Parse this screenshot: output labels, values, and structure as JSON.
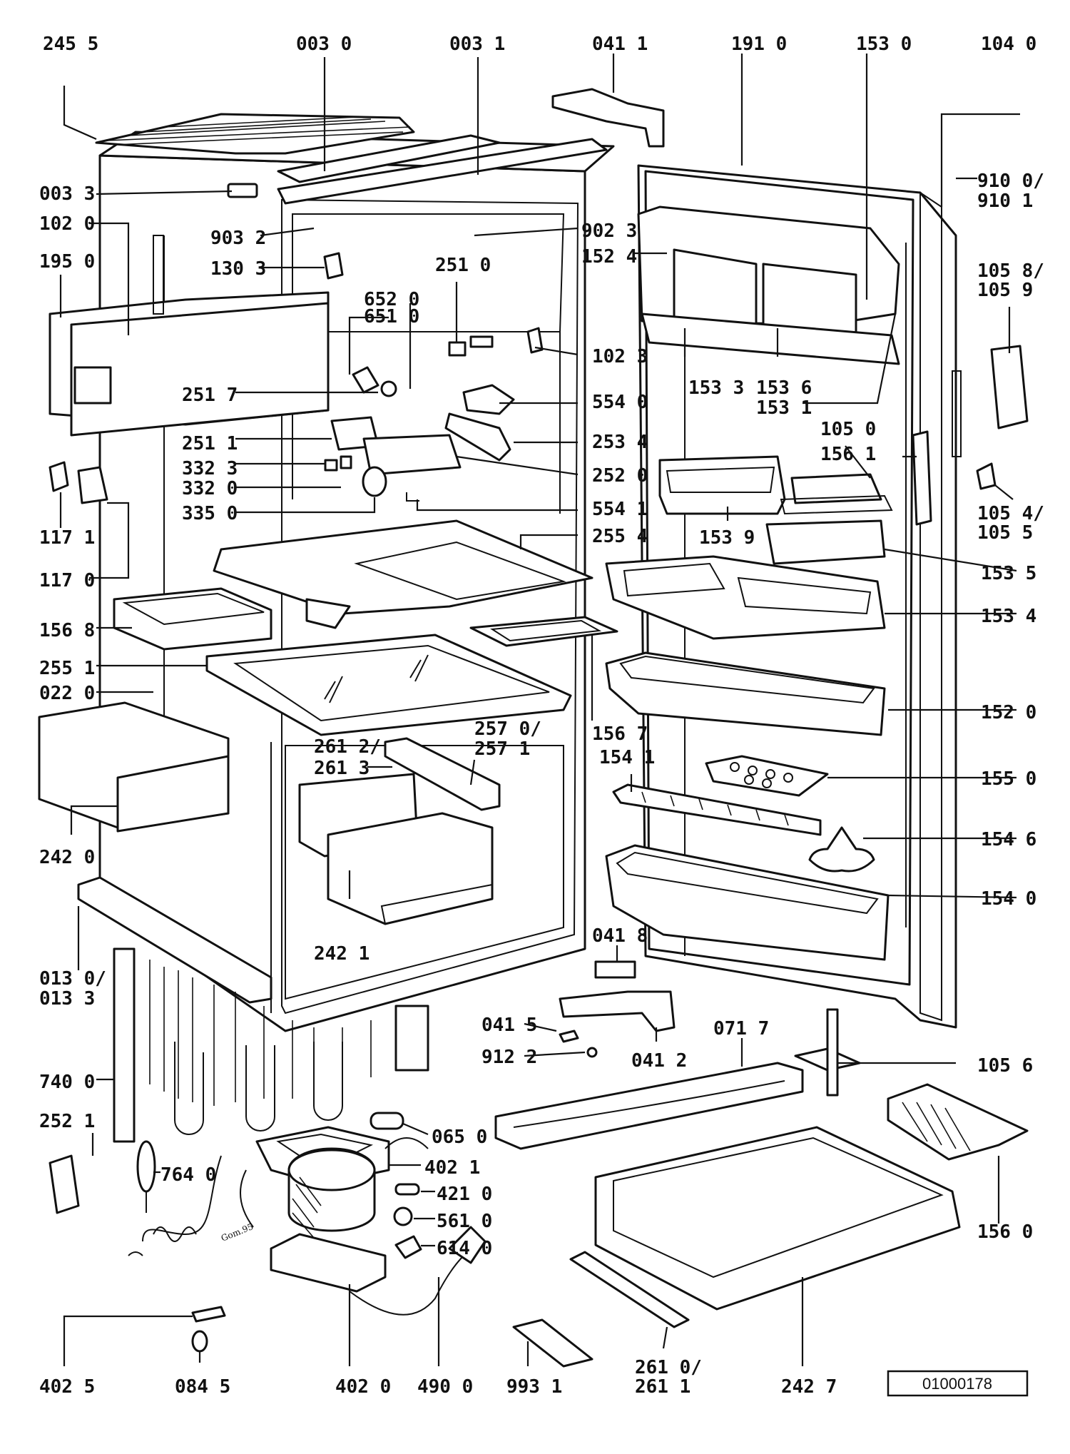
{
  "reference_number": "01000178",
  "signature": "Gom.95",
  "callouts": [
    {
      "id": "c2455",
      "label": "245 5"
    },
    {
      "id": "c0030",
      "label": "003 0"
    },
    {
      "id": "c0031",
      "label": "003 1"
    },
    {
      "id": "c0411",
      "label": "041 1"
    },
    {
      "id": "c1910",
      "label": "191 0"
    },
    {
      "id": "c1530",
      "label": "153 0"
    },
    {
      "id": "c1040",
      "label": "104 0"
    },
    {
      "id": "c9100",
      "label": "910 0/"
    },
    {
      "id": "c9101",
      "label": "910 1"
    },
    {
      "id": "c0033",
      "label": "003 3"
    },
    {
      "id": "c1020",
      "label": "102 0"
    },
    {
      "id": "c9032",
      "label": "903 2"
    },
    {
      "id": "c9023",
      "label": "902 3"
    },
    {
      "id": "c1524",
      "label": "152 4"
    },
    {
      "id": "c1950",
      "label": "195 0"
    },
    {
      "id": "c1303",
      "label": "130 3"
    },
    {
      "id": "c2510",
      "label": "251 0"
    },
    {
      "id": "c1058",
      "label": "105 8/"
    },
    {
      "id": "c1059",
      "label": "105 9"
    },
    {
      "id": "c6520",
      "label": "652 0"
    },
    {
      "id": "c6510",
      "label": "651 0"
    },
    {
      "id": "c1023",
      "label": "102 3"
    },
    {
      "id": "c1533",
      "label": "153 3"
    },
    {
      "id": "c1536",
      "label": "153 6"
    },
    {
      "id": "c1531",
      "label": "153 1"
    },
    {
      "id": "c2517",
      "label": "251 7"
    },
    {
      "id": "c5540",
      "label": "554 0"
    },
    {
      "id": "c2511",
      "label": "251 1"
    },
    {
      "id": "c2534",
      "label": "253 4"
    },
    {
      "id": "c1050",
      "label": "105 0"
    },
    {
      "id": "c1561",
      "label": "156 1"
    },
    {
      "id": "c3323",
      "label": "332 3"
    },
    {
      "id": "c2520",
      "label": "252 0"
    },
    {
      "id": "c3320",
      "label": "332 0"
    },
    {
      "id": "c1054",
      "label": "105 4/"
    },
    {
      "id": "c1055",
      "label": "105 5"
    },
    {
      "id": "c3350",
      "label": "335 0"
    },
    {
      "id": "c5541",
      "label": "554 1"
    },
    {
      "id": "c1171",
      "label": "117 1"
    },
    {
      "id": "c2554",
      "label": "255 4"
    },
    {
      "id": "c1539",
      "label": "153 9"
    },
    {
      "id": "c1170",
      "label": "117 0"
    },
    {
      "id": "c1535",
      "label": "153 5"
    },
    {
      "id": "c1568",
      "label": "156 8"
    },
    {
      "id": "c1534",
      "label": "153 4"
    },
    {
      "id": "c2551",
      "label": "255 1"
    },
    {
      "id": "c0220",
      "label": "022 0"
    },
    {
      "id": "c1520",
      "label": "152 0"
    },
    {
      "id": "c2570",
      "label": "257 0/"
    },
    {
      "id": "c2571",
      "label": "257 1"
    },
    {
      "id": "c1567",
      "label": "156 7"
    },
    {
      "id": "c2612",
      "label": "261 2/"
    },
    {
      "id": "c2613",
      "label": "261 3"
    },
    {
      "id": "c1541",
      "label": "154 1"
    },
    {
      "id": "c1550",
      "label": "155 0"
    },
    {
      "id": "c2420",
      "label": "242 0"
    },
    {
      "id": "c1546",
      "label": "154 6"
    },
    {
      "id": "c1540",
      "label": "154 0"
    },
    {
      "id": "c2421",
      "label": "242 1"
    },
    {
      "id": "c0418",
      "label": "041 8"
    },
    {
      "id": "c0130",
      "label": "013 0/"
    },
    {
      "id": "c0133",
      "label": "013 3"
    },
    {
      "id": "c0415",
      "label": "041 5"
    },
    {
      "id": "c0717",
      "label": "071 7"
    },
    {
      "id": "c9122",
      "label": "912 2"
    },
    {
      "id": "c0412",
      "label": "041 2"
    },
    {
      "id": "c1056",
      "label": "105 6"
    },
    {
      "id": "c7400",
      "label": "740 0"
    },
    {
      "id": "c0650",
      "label": "065 0"
    },
    {
      "id": "c2521",
      "label": "252 1"
    },
    {
      "id": "c4021",
      "label": "402 1"
    },
    {
      "id": "c7640",
      "label": "764 0"
    },
    {
      "id": "c4210",
      "label": "421 0"
    },
    {
      "id": "c5610",
      "label": "561 0"
    },
    {
      "id": "c6140",
      "label": "614 0"
    },
    {
      "id": "c1560",
      "label": "156 0"
    },
    {
      "id": "c2610",
      "label": "261 0/"
    },
    {
      "id": "c2611",
      "label": "261 1"
    },
    {
      "id": "c4025",
      "label": "402 5"
    },
    {
      "id": "c0845",
      "label": "084 5"
    },
    {
      "id": "c4020",
      "label": "402 0"
    },
    {
      "id": "c4900",
      "label": "490 0"
    },
    {
      "id": "c9931",
      "label": "993 1"
    },
    {
      "id": "c2427",
      "label": "242 7"
    }
  ]
}
